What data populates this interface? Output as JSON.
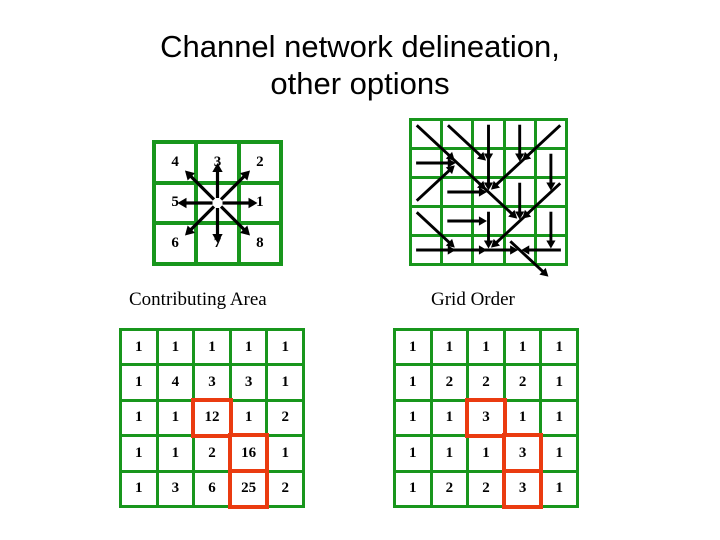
{
  "slide": {
    "title": "Channel network delineation, other options",
    "title_line1": "Channel network delineation,",
    "title_line2": "other options",
    "background_color": "#FFFFFF"
  },
  "colors": {
    "grid_line": "#18961C",
    "highlight": "#EA3B10",
    "cell_background": "#FFFFFF",
    "text": "#000000",
    "arrow": "#000000"
  },
  "captions": {
    "contributing_area": "Contributing Area",
    "grid_order": "Grid Order"
  },
  "direction_code_grid": {
    "name": "D8 direction encoding",
    "rows": 3,
    "cols": 3,
    "values": [
      [
        "4",
        "3",
        "2"
      ],
      [
        "5",
        "",
        "1"
      ],
      [
        "6",
        "7",
        "8"
      ]
    ],
    "center_arrows": [
      {
        "code": "1",
        "label": "east",
        "dx": 1,
        "dy": 0
      },
      {
        "code": "2",
        "label": "northeast",
        "dx": 1,
        "dy": -1
      },
      {
        "code": "3",
        "label": "north",
        "dx": 0,
        "dy": -1
      },
      {
        "code": "4",
        "label": "northwest",
        "dx": -1,
        "dy": -1
      },
      {
        "code": "5",
        "label": "west",
        "dx": -1,
        "dy": 0
      },
      {
        "code": "6",
        "label": "southwest",
        "dx": -1,
        "dy": 1
      },
      {
        "code": "7",
        "label": "south",
        "dx": 0,
        "dy": 1
      },
      {
        "code": "8",
        "label": "southeast",
        "dx": 1,
        "dy": 1
      }
    ]
  },
  "flow_direction_grid": {
    "name": "Flow direction network",
    "rows": 5,
    "cols": 5,
    "directions": [
      [
        "southeast",
        "southeast",
        "south",
        "south",
        "southwest"
      ],
      [
        "east",
        "southeast",
        "south",
        "southwest",
        "south"
      ],
      [
        "northeast",
        "east",
        "southeast",
        "south",
        "southwest"
      ],
      [
        "southeast",
        "east",
        "south",
        "southwest",
        "south"
      ],
      [
        "east",
        "east",
        "east",
        "southeast",
        "west"
      ]
    ],
    "direction_codes": [
      [
        8,
        8,
        7,
        7,
        6
      ],
      [
        1,
        8,
        7,
        6,
        7
      ],
      [
        2,
        1,
        8,
        7,
        6
      ],
      [
        8,
        1,
        7,
        6,
        7
      ],
      [
        1,
        1,
        1,
        8,
        5
      ]
    ],
    "outlet": {
      "row": 5,
      "col": 4,
      "direction": "southeast"
    }
  },
  "contributing_area_grid": {
    "name": "Contributing Area",
    "rows": 5,
    "cols": 5,
    "values": [
      [
        "1",
        "1",
        "1",
        "1",
        "1"
      ],
      [
        "1",
        "4",
        "3",
        "3",
        "1"
      ],
      [
        "1",
        "1",
        "12",
        "1",
        "2"
      ],
      [
        "1",
        "1",
        "2",
        "16",
        "1"
      ],
      [
        "1",
        "3",
        "6",
        "25",
        "2"
      ]
    ],
    "highlighted_cells": [
      {
        "row": 3,
        "col": 3,
        "value": "12"
      },
      {
        "row": 4,
        "col": 4,
        "value": "16"
      },
      {
        "row": 5,
        "col": 4,
        "value": "25"
      }
    ]
  },
  "grid_order_grid": {
    "name": "Grid Order",
    "rows": 5,
    "cols": 5,
    "values": [
      [
        "1",
        "1",
        "1",
        "1",
        "1"
      ],
      [
        "1",
        "2",
        "2",
        "2",
        "1"
      ],
      [
        "1",
        "1",
        "3",
        "1",
        "1"
      ],
      [
        "1",
        "1",
        "1",
        "3",
        "1"
      ],
      [
        "1",
        "2",
        "2",
        "3",
        "1"
      ]
    ],
    "highlighted_cells": [
      {
        "row": 3,
        "col": 3,
        "value": "3"
      },
      {
        "row": 4,
        "col": 4,
        "value": "3"
      },
      {
        "row": 5,
        "col": 4,
        "value": "3"
      }
    ]
  }
}
